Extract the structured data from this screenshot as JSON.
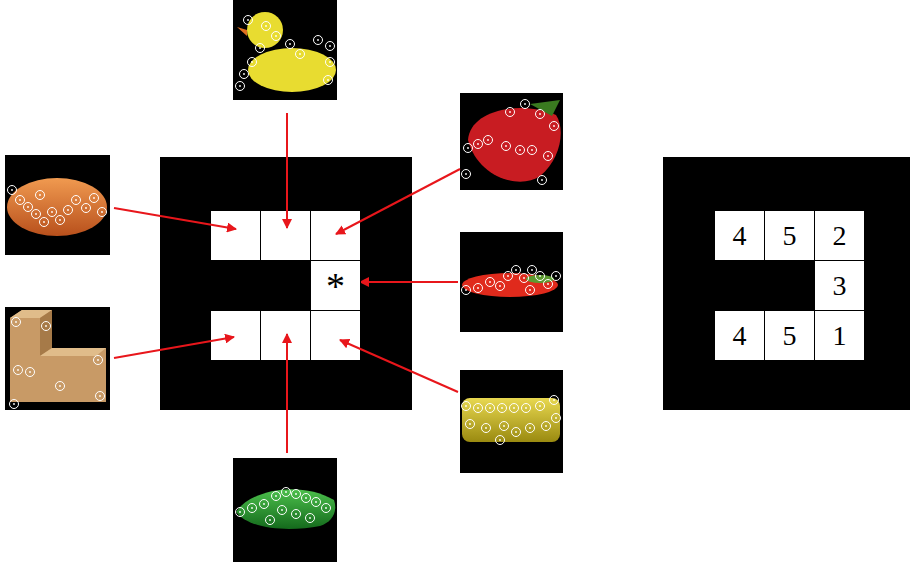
{
  "diagram": {
    "nodes": [
      {
        "text": [
          "*"
        ]
      },
      {
        "text": [
          "4"
        ]
      },
      {
        "text": [
          "5"
        ]
      },
      {
        "text": [
          "2"
        ]
      },
      {
        "text": [
          "3"
        ]
      },
      {
        "text": [
          "4"
        ]
      },
      {
        "text": [
          "5"
        ]
      },
      {
        "text": [
          "1"
        ]
      }
    ]
  }
}
